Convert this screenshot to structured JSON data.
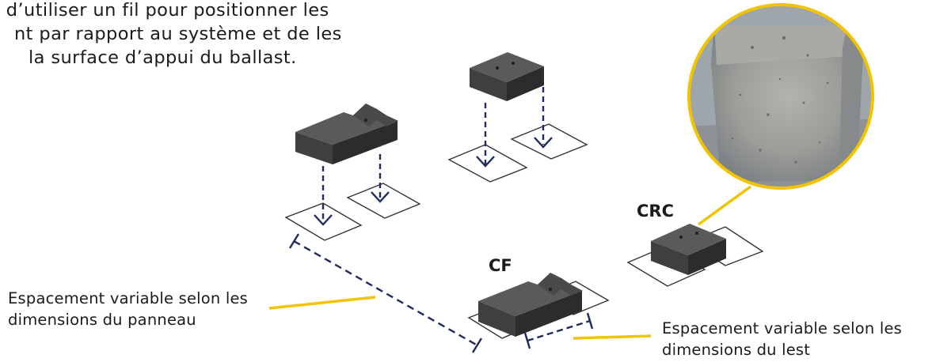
{
  "intro_text": {
    "line1": "e d’utiliser un fil pour positionner les",
    "line2": "nt par rapport au système et de les",
    "line3": "la surface d’appui du ballast."
  },
  "labels": {
    "crc": "CRC",
    "cf": "CF"
  },
  "annotations": {
    "panel_spacing": {
      "line1": "Espacement variable selon les",
      "line2": "dimensions du panneau"
    },
    "ballast_spacing": {
      "line1": "Espacement variable selon les",
      "line2": "dimensions du lest"
    }
  },
  "colors": {
    "block_top": "#5a5a5c",
    "block_left": "#3f3f41",
    "block_right": "#2c2c2e",
    "dash_line": "#1f2a5e",
    "highlight_yellow": "#f2c400",
    "photo_ring": "#f2c400"
  }
}
